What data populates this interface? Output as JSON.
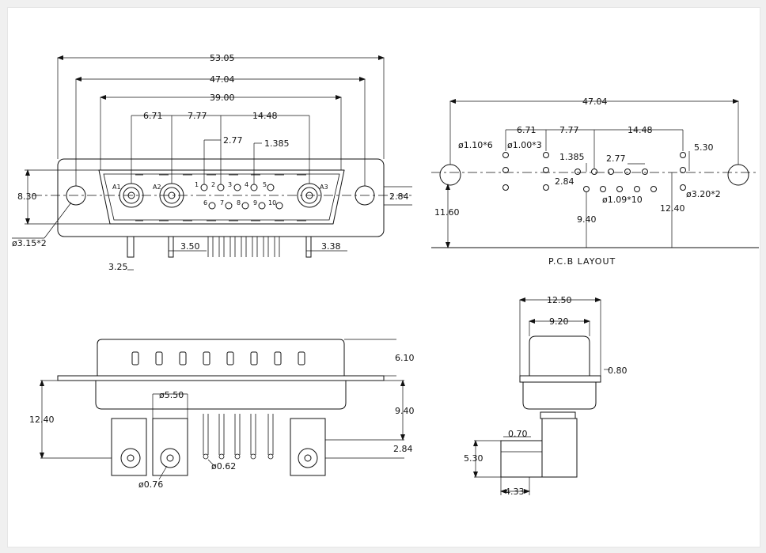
{
  "front": {
    "dims": {
      "overall": "53.05",
      "mount": "47.04",
      "shell": "39.00",
      "d_a1_a2": "6.71",
      "d_a2_pin": "7.77",
      "d_to_a3": "14.48",
      "pitch": "2.77",
      "pitch_diag": "1.385",
      "height": "8.30",
      "offset": "2.84",
      "hole": "ø3.15*2",
      "tail_left": "3.25",
      "tail_a": "3.50",
      "tail_b": "3.38"
    },
    "coax_labels": [
      "A1",
      "A2",
      "A3"
    ],
    "pins_top": [
      "1",
      "2",
      "3",
      "4",
      "5"
    ],
    "pins_bottom": [
      "6",
      "7",
      "8",
      "9",
      "10"
    ]
  },
  "pcb": {
    "title": "P.C.B LAYOUT",
    "dims": {
      "width": "47.04",
      "d1": "6.71",
      "d2": "7.77",
      "d3": "14.48",
      "h1": "1.385",
      "p": "2.77",
      "off": "2.84",
      "r1": "5.30",
      "hole_a": "ø1.10*6",
      "hole_b": "ø1.00*3",
      "hole_c": "ø1.09*10",
      "hole_d": "ø3.20*2",
      "v1": "11.60",
      "v2": "9.40",
      "v3": "12.40"
    }
  },
  "bottom": {
    "dims": {
      "top_h": "6.10",
      "total": "12.40",
      "mid": "9.40",
      "low": "2.84",
      "coax": "ø5.50",
      "pin": "ø0.62",
      "pin2": "ø0.76"
    }
  },
  "side": {
    "dims": {
      "w1": "12.50",
      "w2": "9.20",
      "t": "0.80",
      "t2": "0.70",
      "h": "5.30",
      "l": "4.33"
    }
  }
}
